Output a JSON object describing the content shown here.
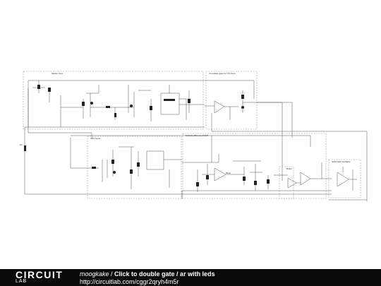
{
  "diagram": {
    "blocks": [
      {
        "id": "top-left",
        "label": "Master lines"
      },
      {
        "id": "top-right",
        "label": "Crossfade gate for LM clone"
      },
      {
        "id": "mid-left",
        "label": "ADS boost"
      },
      {
        "id": "mid-right",
        "label": "Multiplied/Boosted NOR"
      },
      {
        "id": "small-right",
        "label": "NOR LED Oscillator"
      }
    ],
    "labels": {
      "vin": "9V",
      "buffer": "Buffer",
      "mixer": "Mixer"
    }
  },
  "footer": {
    "logo_top": "CIRCUIT",
    "logo_bottom": "LAB",
    "author": "moogkake",
    "separator": " / ",
    "title": "Click to double gate / ar with leds",
    "url": "http://circuitlab.com/cggr2qryh4m5r"
  },
  "colors": {
    "wire": "#555555",
    "box": "#999999",
    "footer_bg": "#0b0b0b",
    "footer_text": "#ffffff"
  }
}
